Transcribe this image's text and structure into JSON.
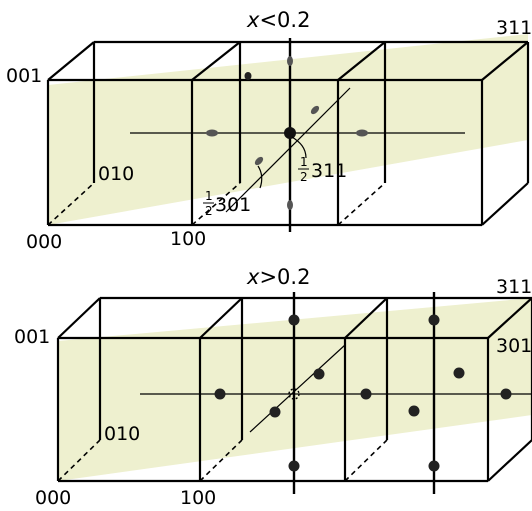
{
  "top_panel": {
    "title": "x<0.2",
    "title_var": "x",
    "title_rel": "<0.2",
    "labels": {
      "corner_000": "000",
      "corner_001": "001",
      "corner_010": "010",
      "corner_100": "100",
      "corner_311": "311",
      "half_num": "1",
      "half_den": "2",
      "half_311": "311",
      "half_301": "301"
    }
  },
  "bottom_panel": {
    "title": "x>0.2",
    "title_var": "x",
    "title_rel": ">0.2",
    "labels": {
      "corner_000": "000",
      "corner_001": "001",
      "corner_010": "010",
      "corner_100": "100",
      "corner_311": "311",
      "corner_301": "301"
    }
  },
  "colors": {
    "plane_fill": "#eef0cf",
    "lines": "#000000",
    "spots": "#222222"
  }
}
